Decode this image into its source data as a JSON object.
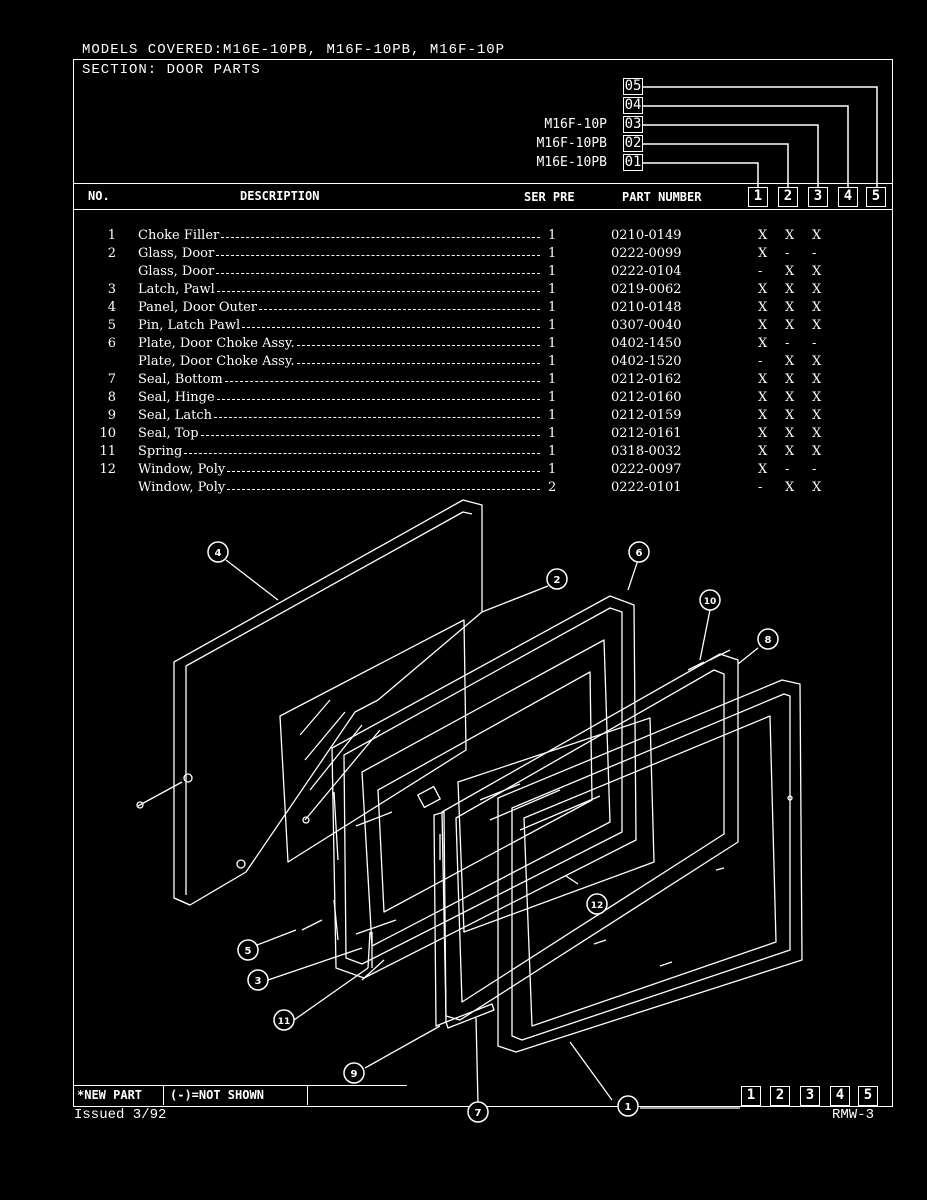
{
  "header": {
    "models_covered_label": "MODELS COVERED:",
    "models_covered_value": "M16E-10PB, M16F-10PB, M16F-10P",
    "section_label": "SECTION:",
    "section_value": "DOOR PARTS"
  },
  "model_codes": [
    "05",
    "04",
    "03",
    "02",
    "01"
  ],
  "model_names": {
    "03": "M16F-10P",
    "02": "M16F-10PB",
    "01": "M16E-10PB"
  },
  "columns": {
    "no": "NO.",
    "description": "DESCRIPTION",
    "ser_pre": "SER PRE",
    "part_number": "PART NUMBER"
  },
  "column_numbers": [
    "1",
    "2",
    "3",
    "4",
    "5"
  ],
  "parts": [
    {
      "no": "1",
      "desc": "Choke Filler",
      "qty": "1",
      "part": "0210-0149",
      "m1": "X",
      "m2": "X",
      "m3": "X"
    },
    {
      "no": "2",
      "desc": "Glass, Door",
      "qty": "1",
      "part": "0222-0099",
      "m1": "X",
      "m2": "-",
      "m3": "-"
    },
    {
      "no": "",
      "desc": "Glass, Door",
      "qty": "1",
      "part": "0222-0104",
      "m1": "-",
      "m2": "X",
      "m3": "X"
    },
    {
      "no": "3",
      "desc": "Latch, Pawl",
      "qty": "1",
      "part": "0219-0062",
      "m1": "X",
      "m2": "X",
      "m3": "X"
    },
    {
      "no": "4",
      "desc": "Panel, Door Outer",
      "qty": "1",
      "part": "0210-0148",
      "m1": "X",
      "m2": "X",
      "m3": "X"
    },
    {
      "no": "5",
      "desc": "Pin, Latch Pawl",
      "qty": "1",
      "part": "0307-0040",
      "m1": "X",
      "m2": "X",
      "m3": "X"
    },
    {
      "no": "6",
      "desc": "Plate, Door Choke Assy.",
      "qty": "1",
      "part": "0402-1450",
      "m1": "X",
      "m2": "-",
      "m3": "-"
    },
    {
      "no": "",
      "desc": "Plate, Door Choke Assy.",
      "qty": "1",
      "part": "0402-1520",
      "m1": "-",
      "m2": "X",
      "m3": "X"
    },
    {
      "no": "7",
      "desc": "Seal, Bottom",
      "qty": "1",
      "part": "0212-0162",
      "m1": "X",
      "m2": "X",
      "m3": "X"
    },
    {
      "no": "8",
      "desc": "Seal, Hinge",
      "qty": "1",
      "part": "0212-0160",
      "m1": "X",
      "m2": "X",
      "m3": "X"
    },
    {
      "no": "9",
      "desc": "Seal, Latch",
      "qty": "1",
      "part": "0212-0159",
      "m1": "X",
      "m2": "X",
      "m3": "X"
    },
    {
      "no": "10",
      "desc": "Seal, Top",
      "qty": "1",
      "part": "0212-0161",
      "m1": "X",
      "m2": "X",
      "m3": "X"
    },
    {
      "no": "11",
      "desc": "Spring",
      "qty": "1",
      "part": "0318-0032",
      "m1": "X",
      "m2": "X",
      "m3": "X"
    },
    {
      "no": "12",
      "desc": "Window, Poly",
      "qty": "1",
      "part": "0222-0097",
      "m1": "X",
      "m2": "-",
      "m3": "-"
    },
    {
      "no": "",
      "desc": "Window, Poly",
      "qty": "2",
      "part": "0222-0101",
      "m1": "-",
      "m2": "X",
      "m3": "X"
    }
  ],
  "callouts": [
    "1",
    "2",
    "3",
    "4",
    "5",
    "6",
    "7",
    "8",
    "9",
    "10",
    "11",
    "12"
  ],
  "footer": {
    "new_part": "*NEW PART",
    "not_shown": "(-)=NOT SHOWN",
    "issued": "Issued 3/92",
    "page_code": "RMW-3"
  }
}
